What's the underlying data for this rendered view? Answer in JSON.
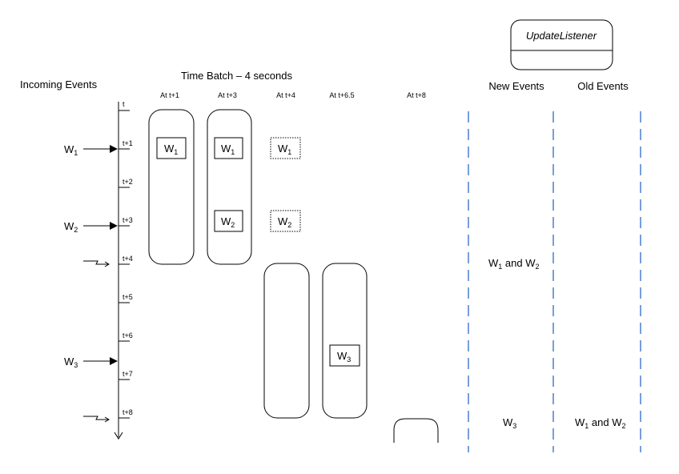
{
  "update_listener": {
    "label": "UpdateListener"
  },
  "headers": {
    "incoming": "Incoming Events",
    "time_batch": "Time Batch – 4 seconds",
    "new_events": "New Events",
    "old_events": "Old Events"
  },
  "timeline_ticks": [
    "t",
    "t+1",
    "t+2",
    "t+3",
    "t+4",
    "t+5",
    "t+6",
    "t+7",
    "t+8"
  ],
  "batch_columns": [
    "At t+1",
    "At t+3",
    "At t+4",
    "At t+6.5",
    "At t+8"
  ],
  "incoming_events": [
    {
      "base": "W",
      "sub": "1"
    },
    {
      "base": "W",
      "sub": "2"
    },
    {
      "base": "W",
      "sub": "3"
    }
  ],
  "batch_events": {
    "col1_w1": {
      "base": "W",
      "sub": "1"
    },
    "col2_w1": {
      "base": "W",
      "sub": "1"
    },
    "col2_w2": {
      "base": "W",
      "sub": "2"
    },
    "col3_w1_expired": {
      "base": "W",
      "sub": "1"
    },
    "col3_w2_expired": {
      "base": "W",
      "sub": "2"
    },
    "col4_w3": {
      "base": "W",
      "sub": "3"
    }
  },
  "outputs": {
    "new_t4": {
      "a": "W",
      "a_sub": "1",
      "mid": " and ",
      "b": "W",
      "b_sub": "2"
    },
    "new_t8": {
      "base": "W",
      "sub": "3"
    },
    "old_t8": {
      "a": "W",
      "a_sub": "1",
      "mid": " and ",
      "b": "W",
      "b_sub": "2"
    }
  },
  "colors": {
    "dash_line": "#4a7fd0",
    "stroke": "#000000"
  }
}
